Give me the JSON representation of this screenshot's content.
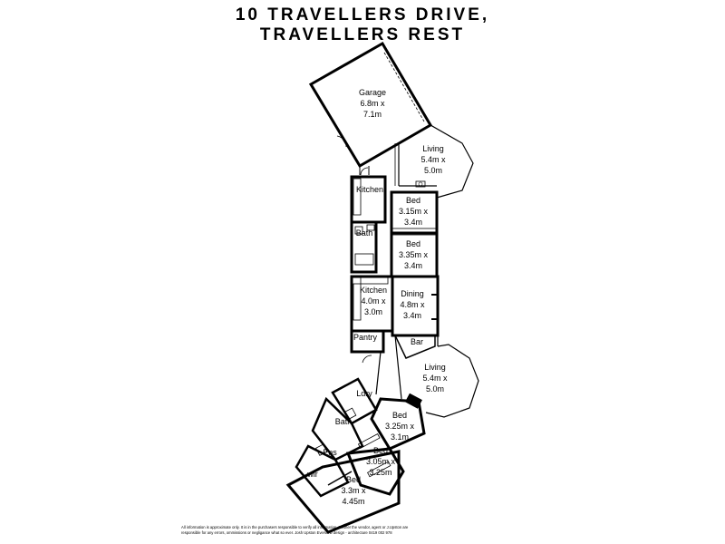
{
  "title": {
    "line1": "10 TRAVELLERS DRIVE,",
    "line2": "TRAVELLERS REST"
  },
  "rooms": {
    "garage": {
      "name": "Garage",
      "dims1": "6.8m x",
      "dims2": "7.1m"
    },
    "living_top": {
      "name": "Living",
      "dims1": "5.4m x",
      "dims2": "5.0m"
    },
    "kitchen_top": {
      "name": "Kitchen"
    },
    "bed_a": {
      "name": "Bed",
      "dims1": "3.15m x",
      "dims2": "3.4m"
    },
    "bath_top": {
      "name": "Bath"
    },
    "bed_b": {
      "name": "Bed",
      "dims1": "3.35m x",
      "dims2": "3.4m"
    },
    "kitchen_mid": {
      "name": "Kitchen",
      "dims1": "4.0m x",
      "dims2": "3.0m"
    },
    "dining": {
      "name": "Dining",
      "dims1": "4.8m x",
      "dims2": "3.4m"
    },
    "pantry": {
      "name": "Pantry"
    },
    "bar": {
      "name": "Bar"
    },
    "living_bottom": {
      "name": "Living",
      "dims1": "5.4m x",
      "dims2": "5.0m"
    },
    "ldry": {
      "name": "Ldry"
    },
    "bath_bottom": {
      "name": "Bath"
    },
    "bed_c": {
      "name": "Bed",
      "dims1": "3.25m x",
      "dims2": "3.1m"
    },
    "ens": {
      "name": "Ens"
    },
    "bed_d": {
      "name": "Bed",
      "dims1": "3.05m x",
      "dims2": "3.25m"
    },
    "wir": {
      "name": "wir"
    },
    "bed_e": {
      "name": "Bed",
      "dims1": "3.3m x",
      "dims2": "4.45m"
    }
  },
  "disclaimer": {
    "line1": "All information is approximate only. It is in the purchasers responsible to verify all information. Neither the vendor, agent or J.Upston are",
    "line2": "responsible for any errors, ommissions or negligance what so ever. Josh Upston Everview design - architecture 0419 002 978"
  },
  "colors": {
    "line": "#000000",
    "background": "#ffffff"
  }
}
